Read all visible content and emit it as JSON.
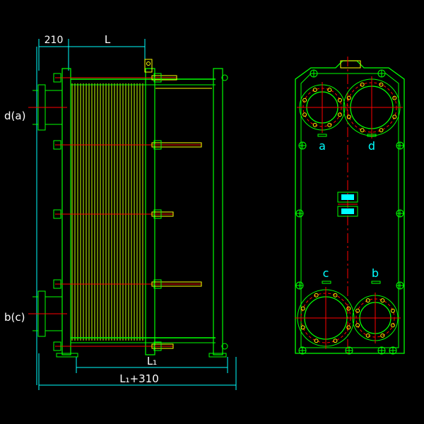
{
  "colors": {
    "background": "#000000",
    "outline": "#00ff00",
    "plates": "#c8ff00",
    "centerline": "#ff0000",
    "dimension": "#00ffff",
    "bolt": "#ffff00"
  },
  "dimensions": {
    "top_left": "210",
    "top_right": "L",
    "bottom_inner": "L₁",
    "bottom_outer": "L₁+310"
  },
  "side_labels": {
    "upper_port": "d(a)",
    "lower_port": "b(c)"
  },
  "port_labels": {
    "a": "a",
    "d": "d",
    "c": "c",
    "b": "b"
  },
  "icons": {
    "bolt": "bolt-icon",
    "port": "port-flange-icon",
    "nameplate": "nameplate-icon"
  }
}
